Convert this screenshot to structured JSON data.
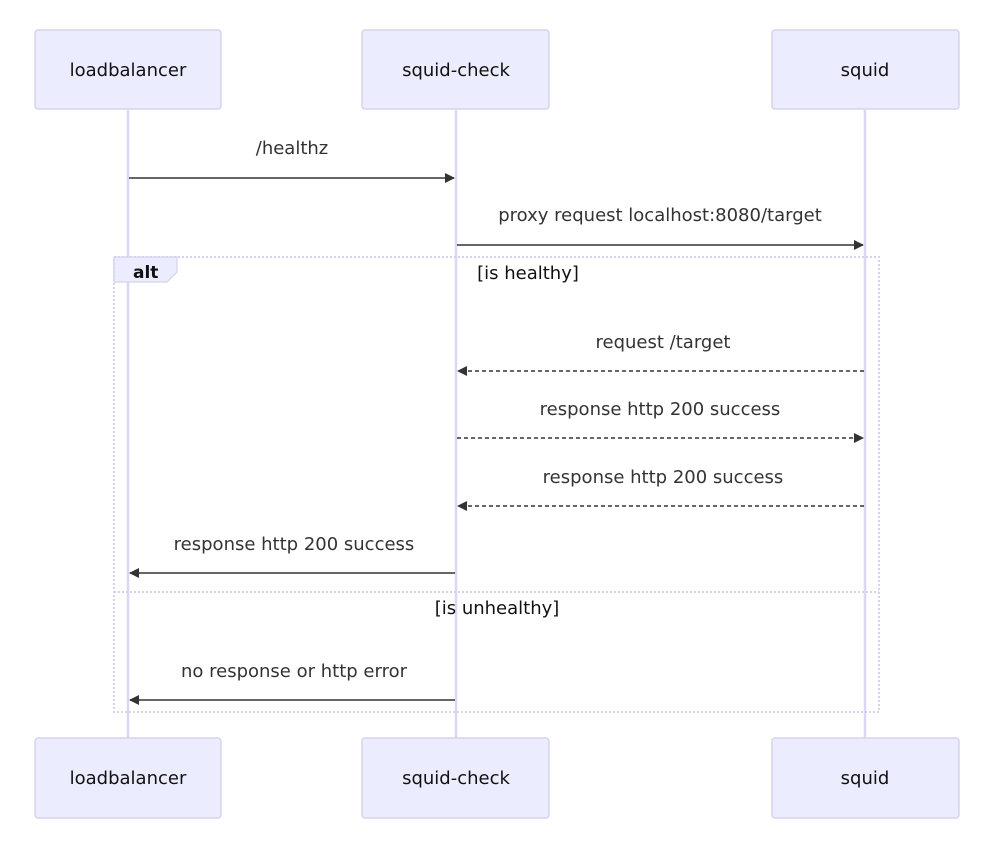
{
  "actors": [
    {
      "id": "loadbalancer",
      "label": "loadbalancer"
    },
    {
      "id": "squid-check",
      "label": "squid-check"
    },
    {
      "id": "squid",
      "label": "squid"
    }
  ],
  "messages": [
    {
      "from": "loadbalancer",
      "to": "squid-check",
      "label": "/healthz",
      "style": "solid"
    },
    {
      "from": "squid-check",
      "to": "squid",
      "label": "proxy request localhost:8080/target",
      "style": "solid"
    },
    {
      "from": "squid",
      "to": "squid-check",
      "label": "request /target",
      "style": "dashed"
    },
    {
      "from": "squid-check",
      "to": "squid",
      "label": "response http 200 success",
      "style": "dashed"
    },
    {
      "from": "squid",
      "to": "squid-check",
      "label": "response http 200 success",
      "style": "dashed"
    },
    {
      "from": "squid-check",
      "to": "loadbalancer",
      "label": "response http 200 success",
      "style": "solid"
    },
    {
      "from": "squid-check",
      "to": "loadbalancer",
      "label": "no response or http error",
      "style": "solid"
    }
  ],
  "alt_block": {
    "label": "alt",
    "conditions": [
      "[is healthy]",
      "[is unhealthy]"
    ]
  },
  "colors": {
    "actor_fill": "#ECECFF",
    "actor_border": "#D6D3EE",
    "lifeline": "#DCD7F2",
    "message": "#333333"
  }
}
